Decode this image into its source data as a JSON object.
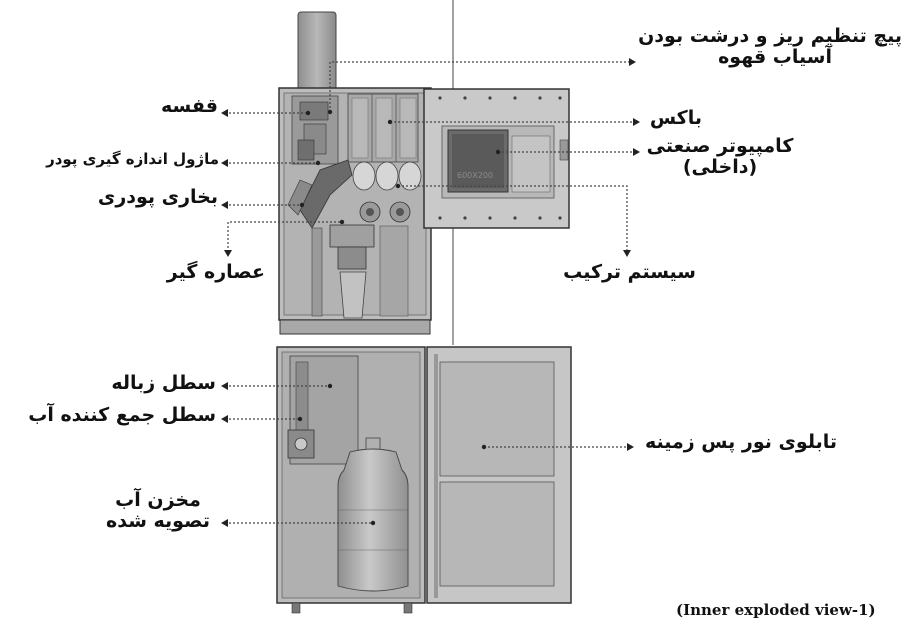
{
  "labels": {
    "cage": "قفسه",
    "powder_dosing": "ماژول اندازه گیری پودر",
    "powder_hopper": "بخاری پودری",
    "juicer": "عصاره گیر",
    "waste_bucket": "سطل زباله",
    "water_bucket": "سطل جمع کننده آب",
    "water_tank_line1": "مخزن آب",
    "water_tank_line2": "تصویه شده",
    "grind_screw_line1": "پیچ تنظیم ریز و درشت بودن",
    "grind_screw_line2": "آسیاب قهوه",
    "box": "باکس",
    "computer_line1": "کامپیوتر صنعتی",
    "computer_line2": "(داخلی)",
    "mixing": "سیستم ترکیب",
    "backlight": "تابلوی نور پس زمینه"
  },
  "screen_text": "600X200",
  "caption": "(Inner exploded view-1)"
}
